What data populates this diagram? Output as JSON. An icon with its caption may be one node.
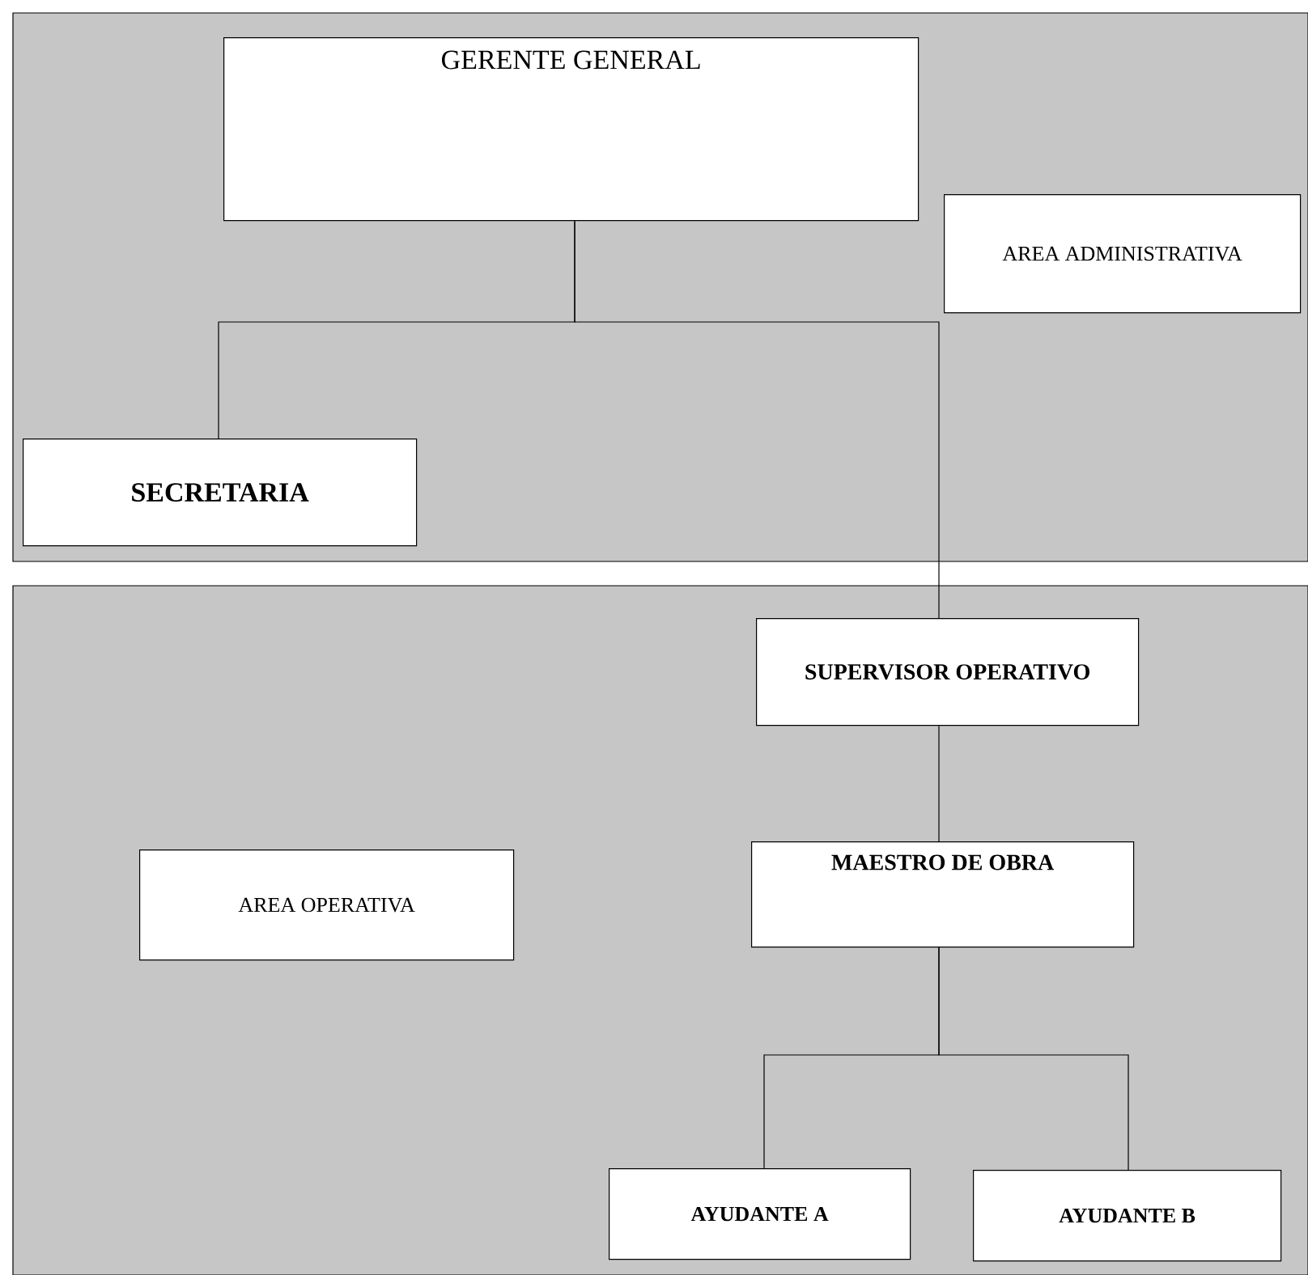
{
  "diagram": {
    "nodes": [
      {
        "text": [
          "GERENTE GENERAL"
        ]
      },
      {
        "text": [
          "AREA ADMINISTRATIVA"
        ]
      },
      {
        "text": [
          "SECRETARIA"
        ]
      },
      {
        "text": [
          "SUPERVISOR OPERATIVO"
        ]
      },
      {
        "text": [
          "AREA OPERATIVA"
        ]
      },
      {
        "text": [
          "MAESTRO DE OBRA"
        ]
      },
      {
        "text": [
          "AYUDANTE A"
        ]
      },
      {
        "text": [
          "AYUDANTE B"
        ]
      }
    ],
    "edges": [
      {
        "from": 0,
        "to": 2,
        "arrow": "none"
      },
      {
        "from": 0,
        "to": 3,
        "arrow": "none"
      },
      {
        "from": 3,
        "to": 5,
        "arrow": "none"
      },
      {
        "from": 5,
        "to": 6,
        "arrow": "none"
      },
      {
        "from": 5,
        "to": 7,
        "arrow": "none"
      }
    ]
  }
}
